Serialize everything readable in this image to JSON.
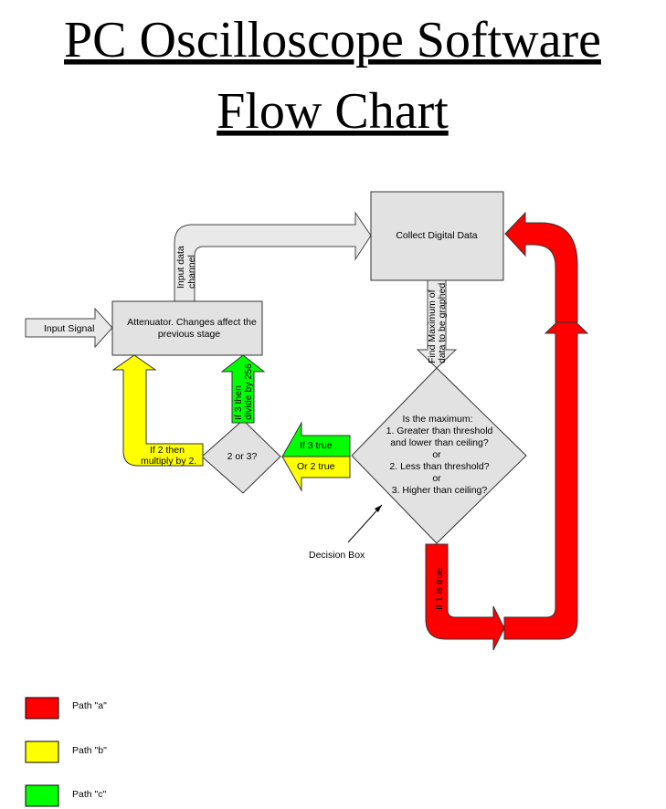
{
  "title": {
    "line1": "PC Oscilloscope Software",
    "line2": "Flow Chart"
  },
  "nodes": {
    "input_signal": "Input Signal",
    "attenuator_line1": "Attenuator.  Changes affect the",
    "attenuator_line2": "previous stage",
    "collect": "Collect Digital Data",
    "input_channel_line1": "Input data",
    "input_channel_line2": "channel",
    "find_max_line1": "Find Maximum of",
    "find_max_line2": "data to be graphed",
    "decision": [
      "Is the maximum:",
      "1. Greater than threshold",
      "and lower than ceiling?",
      "or",
      "2. Less than threshold?",
      "or",
      "3. Higher than ceiling?"
    ],
    "two_or_three": "2 or 3?",
    "if3_line1": "If 3 then",
    "if3_line2": "divide by 256",
    "if2_line1": "If 2 then",
    "if2_line2": "multiply by 2.",
    "if3_true": "If 3 true",
    "or2_true": "Or 2 true",
    "if1_true": "If 1 is true",
    "decision_box": "Decision Box"
  },
  "legend": [
    {
      "label": "Path \"a\"",
      "color": "#ff0000"
    },
    {
      "label": "Path \"b\"",
      "color": "#ffff00"
    },
    {
      "label": "Path \"c\"",
      "color": "#00ff00"
    }
  ]
}
